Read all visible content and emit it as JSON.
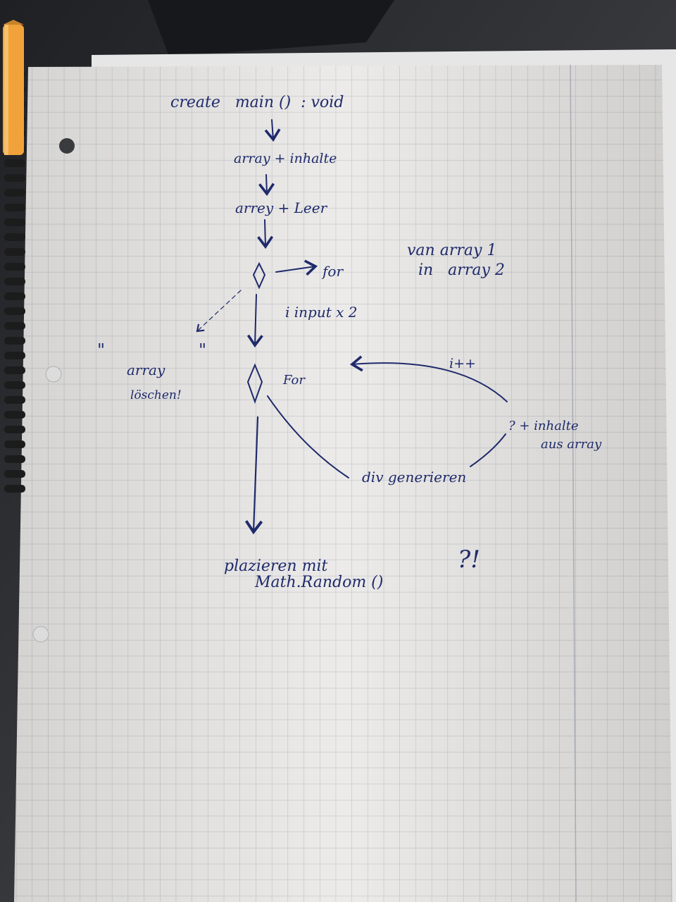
{
  "colors": {
    "desk": "#2b2d30",
    "paper": "#ecebe9",
    "grid": "#b9bcc4",
    "ink": "#1f2a6b",
    "pencil": "#f2a23a",
    "spiral": "#1c1c1c"
  },
  "flowchart": {
    "start": "create   main ()  : void",
    "step_array_filled": "array + inhalte",
    "step_array_empty": "arrey + Leer",
    "decision1": {
      "label": "for",
      "note_line1": "van array 1",
      "note_line2": "in   array 2",
      "edge_label": "i input x 2"
    },
    "side_note": {
      "quote_open": "\"",
      "quote_close": "\"",
      "line1": "array",
      "line2": "löschen!"
    },
    "decision2": {
      "label": "For",
      "loop_label": "i++",
      "content_line1": "? + inhalte",
      "content_line2": "aus array",
      "generate_label": "div generieren"
    },
    "end_line1": "plazieren mit",
    "end_line2": "Math.Random ()",
    "question": "?!"
  }
}
